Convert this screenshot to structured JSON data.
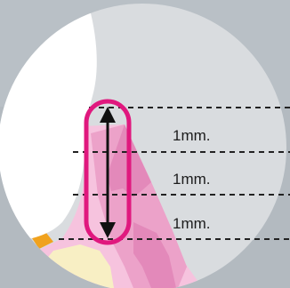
{
  "measurement_labels": [
    "1mm.",
    "1mm.",
    "1mm."
  ],
  "colors": {
    "background": "#b9c0c6",
    "circle_fill": "#d9dcdf",
    "tooth_white": "#ffffff",
    "gum_light_pink": "#f6c3de",
    "gum_pink": "#eca2c9",
    "gum_dark_pink": "#e389ba",
    "bone_cream": "#f8efc4",
    "orange_accent": "#f0a21e",
    "highlight_magenta": "#e0187e",
    "arrow_black": "#111111",
    "dashed_line": "#222222"
  }
}
